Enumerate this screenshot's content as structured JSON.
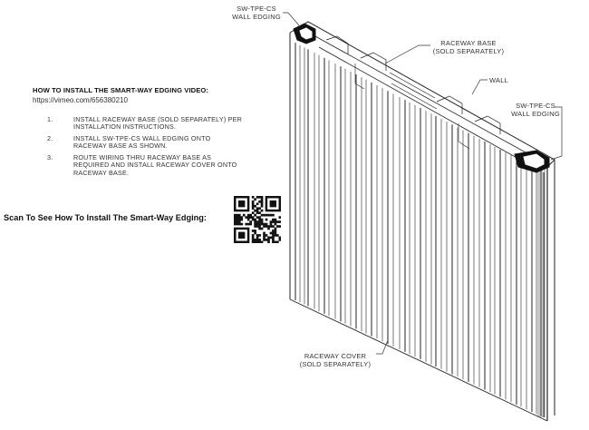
{
  "labels": {
    "edging_top": [
      "SW-TPE-CS",
      "WALL EDGING"
    ],
    "raceway_base": [
      "RACEWAY BASE",
      "(SOLD SEPARATELY)"
    ],
    "wall": "WALL",
    "edging_right": [
      "SW-TPE-CS",
      "WALL EDGING"
    ],
    "raceway_cover": [
      "RACEWAY COVER",
      "(SOLD SEPARATELY)"
    ]
  },
  "instructions": {
    "title": "HOW TO INSTALL THE SMART-WAY EDGING VIDEO:",
    "url": "https://vimeo.com/656380210",
    "steps": [
      {
        "num": "1.",
        "lines": [
          "INSTALL RACEWAY BASE (SOLD SEPARATELY) PER",
          "INSTALLATION INSTRUCTIONS."
        ]
      },
      {
        "num": "2.",
        "lines": [
          "INSTALL SW-TPE-CS WALL EDGING ONTO",
          "RACEWAY BASE AS SHOWN."
        ]
      },
      {
        "num": "3.",
        "lines": [
          "ROUTE WIRING THRU RACEWAY BASE AS",
          "REQUIRED AND INSTALL RACEWAY COVER ONTO",
          "RACEWAY BASE."
        ]
      }
    ]
  },
  "qr_caption": "Scan To See How To Install The Smart-Way Edging:",
  "icons": {
    "qr": "qr-code-icon"
  }
}
